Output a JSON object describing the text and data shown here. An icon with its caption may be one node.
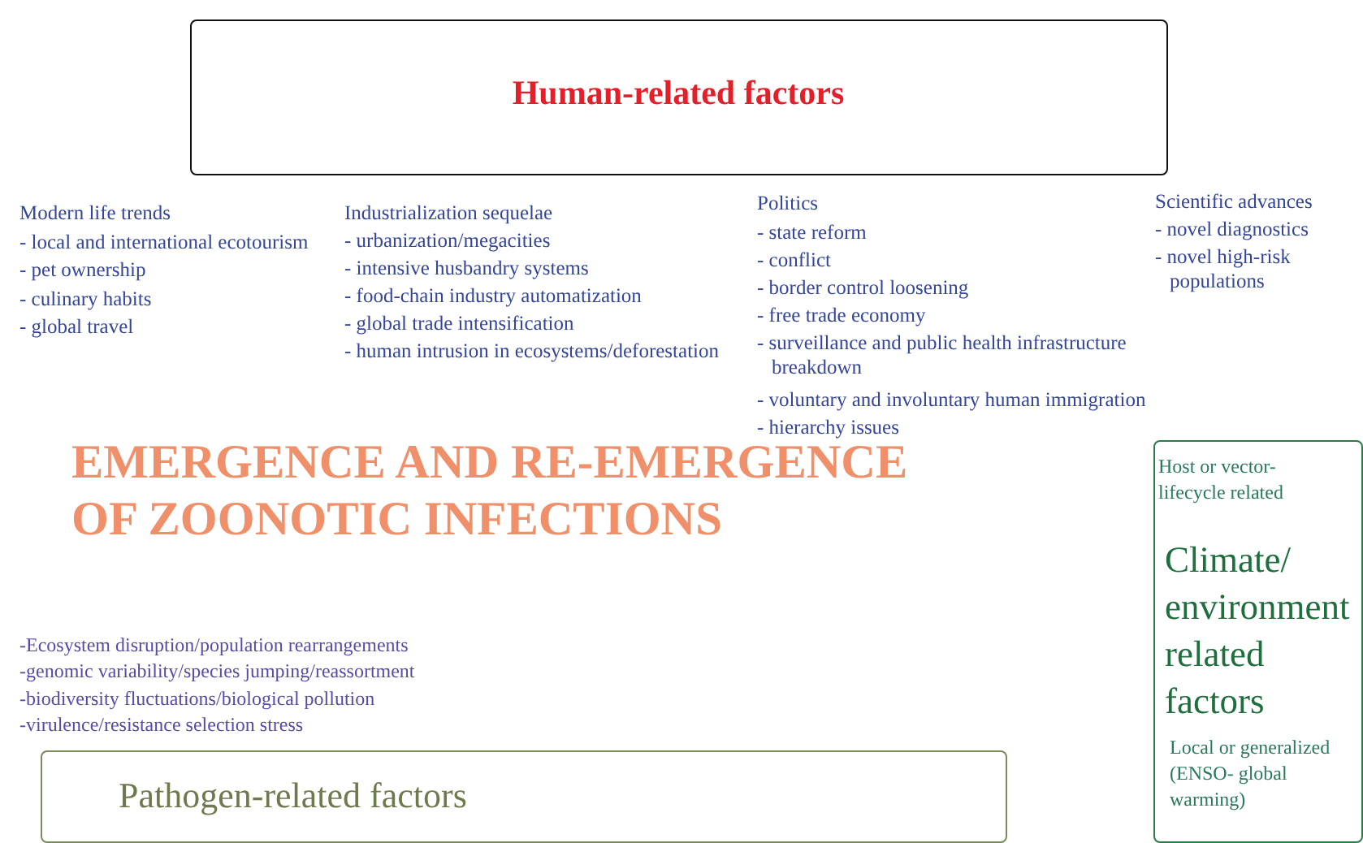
{
  "diagram": {
    "nodes": [
      {
        "text": [
          "Human-related factors"
        ]
      },
      {
        "text": [
          "Host or vector-lifecycle related",
          "Climate/ environment related factors",
          "Local or generalized (ENSO- global warming)"
        ]
      },
      {
        "text": [
          "Pathogen-related factors"
        ]
      }
    ],
    "labels": [
      "Modern life trends",
      "- local and international ecotourism",
      "- pet ownership",
      "- culinary habits",
      "- global travel",
      "Industrialization sequelae",
      "- urbanization/megacities",
      "- intensive husbandry systems",
      "- food-chain industry automatization",
      "- global trade intensification",
      "- human intrusion in ecosystems/deforestation",
      "Politics",
      "- state reform",
      "- conflict",
      "- border control loosening",
      "- free trade economy",
      "- surveillance and public health infrastructure breakdown",
      "- voluntary and involuntary human immigration",
      "- hierarchy issues",
      "Scientific advances",
      "- novel diagnostics",
      "- novel high-risk populations",
      "EMERGENCE AND RE-EMERGENCE OF ZOONOTIC INFECTIONS",
      "-Ecosystem disruption/population rearrangements",
      "-genomic variability/species jumping/reassortment",
      "-biodiversity fluctuations/biological pollution",
      "-virulence/resistance selection stress"
    ]
  }
}
